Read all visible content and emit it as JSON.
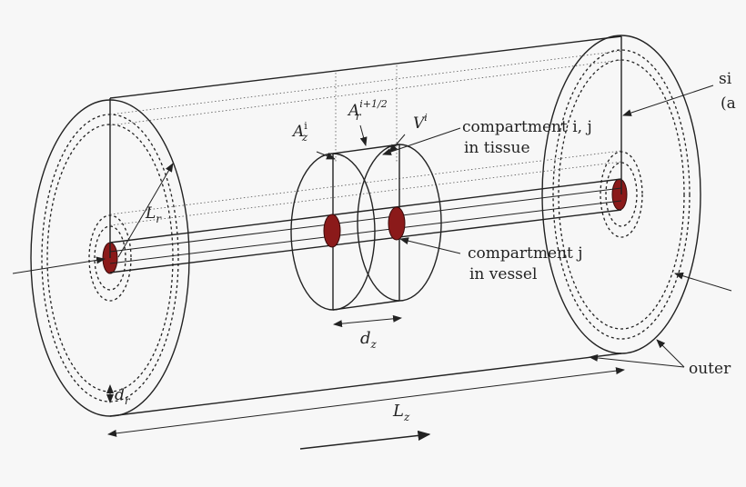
{
  "colors": {
    "vessel_fill": "#8b1a1a",
    "line": "#222222",
    "background": "#f7f7f7"
  },
  "labels": {
    "compartment_tissue_line1": "compartment i, j",
    "compartment_tissue_line2": "in tissue",
    "compartment_vessel_line1": "compartment j",
    "compartment_vessel_line2": "in vessel",
    "outer": "outer",
    "top_right_cut_1": "si",
    "top_right_cut_2": "(a",
    "L_r": "L",
    "L_r_sub": "r",
    "L_z": "L",
    "L_z_sub": "z",
    "d_r": "d",
    "d_r_sub": "r",
    "d_z": "d",
    "d_z_sub": "z",
    "A_z": "A",
    "A_z_sup": "i",
    "A_z_sub": "z",
    "A_r": "A",
    "A_r_sup": "i+1/2",
    "A_r_sub": "r",
    "V": "V",
    "V_sup": "i"
  }
}
